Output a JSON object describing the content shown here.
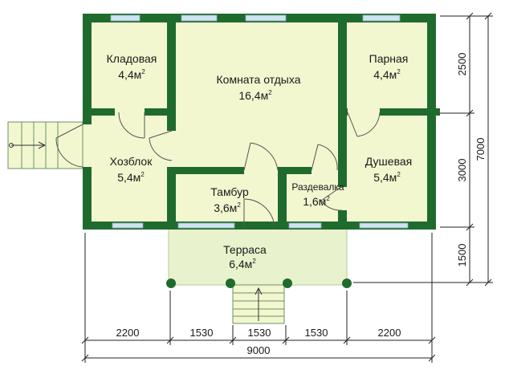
{
  "colors": {
    "wall": "#1f6b2e",
    "floor": "#f2f7cf",
    "terrace": "#e8f2cc",
    "window": "#cfe3f0",
    "dim_line": "#222222",
    "text": "#1a1a1a"
  },
  "rooms": {
    "kladovaya": {
      "name": "Кладовая",
      "area": "4,4м",
      "sup": "2"
    },
    "komnata": {
      "name": "Комната отдыха",
      "area": "16,4м",
      "sup": "2"
    },
    "parnaya": {
      "name": "Парная",
      "area": "4,4м",
      "sup": "2"
    },
    "hozblok": {
      "name": "Хозблок",
      "area": "5,4м",
      "sup": "2"
    },
    "dushevaya": {
      "name": "Душевая",
      "area": "5,4м",
      "sup": "2"
    },
    "tambur": {
      "name": "Тамбур",
      "area": "3,6м",
      "sup": "2"
    },
    "razdevalka": {
      "name": "Раздевалка",
      "area": "1,6м",
      "sup": "2"
    },
    "terrasa": {
      "name": "Терраса",
      "area": "6,4м",
      "sup": "2"
    }
  },
  "dimensions": {
    "bottom_segments": [
      "2200",
      "1530",
      "1530",
      "1530",
      "2200"
    ],
    "bottom_total": "9000",
    "right_segments": [
      "2500",
      "3000",
      "1500"
    ],
    "right_total": "7000"
  }
}
